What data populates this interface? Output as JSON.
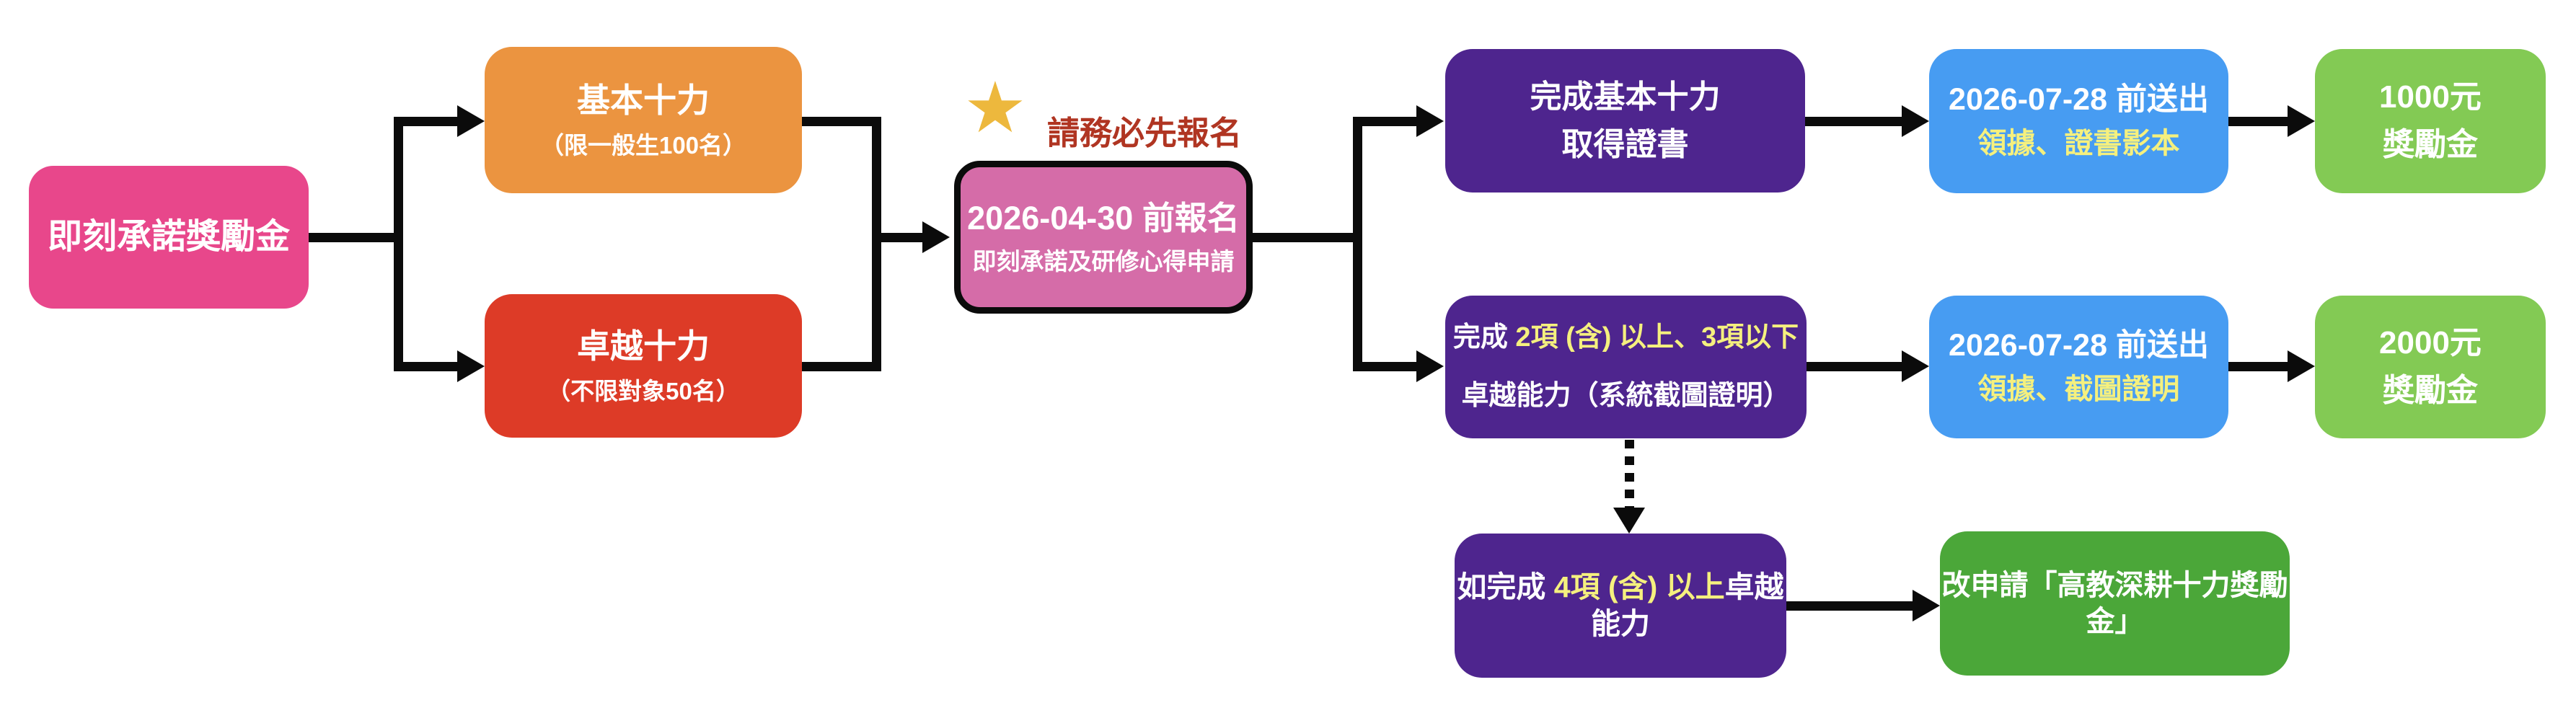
{
  "colors": {
    "canvas_bg": "#FFFFFF",
    "connector_black": "#0B0B0B",
    "node_pink": "#E8478B",
    "node_orange": "#EB9440",
    "node_red": "#DD3B27",
    "node_register_pink": "#D56CA8",
    "node_register_border": "#0B0B0B",
    "node_purple": "#4E258E",
    "node_blue": "#479CF2",
    "node_light_green": "#83CA54",
    "node_dark_green": "#4BA739",
    "star_gold": "#EDB83D",
    "warning_text_red": "#B03522",
    "highlight_yellow": "#F5F07E",
    "node_text_white": "#FFFFFF"
  },
  "annotation": {
    "star_icon": "★",
    "label": "請務必先報名"
  },
  "nodes": {
    "start": {
      "title": "即刻承諾獎勵金"
    },
    "basic_ten": {
      "title": "基本十力",
      "subtitle": "（限一般生100名）"
    },
    "excellent_ten": {
      "title": "卓越十力",
      "subtitle": "（不限對象50名）"
    },
    "register": {
      "deadline": "2026-04-30 前報名",
      "detail": "即刻承諾及研修心得申請"
    },
    "complete_basic": {
      "line1": "完成基本十力",
      "line2": "取得證書"
    },
    "submit_basic": {
      "deadline": "2026-07-28 前送出",
      "documents": "領據、證書影本"
    },
    "reward_basic": {
      "amount": "1000元",
      "label": "獎勵金"
    },
    "complete_excellent": {
      "line1_prefix": "完成 ",
      "line1_highlight": "2項 (含) 以上、3項以下",
      "line2": "卓越能力（系統截圖證明）"
    },
    "submit_excellent": {
      "deadline": "2026-07-28 前送出",
      "documents": "領據、截圖證明"
    },
    "reward_excellent": {
      "amount": "2000元",
      "label": "獎勵金"
    },
    "complete_four_plus": {
      "prefix": "如完成 ",
      "highlight": "4項 (含) 以上",
      "suffix": "卓越能力"
    },
    "alt_reward": {
      "title": "改申請「高教深耕十力獎勵金」"
    }
  }
}
